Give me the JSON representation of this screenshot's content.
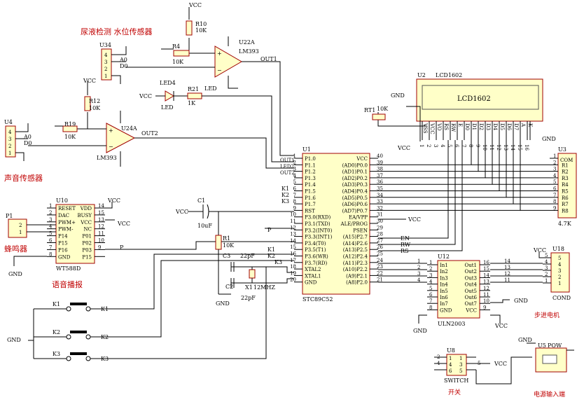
{
  "titles": {
    "urine": "尿液检测 水位传感器",
    "sound": "声音传感器",
    "buzzer": "蜂鸣器",
    "voice": "语音播报",
    "stepper": "步进电机",
    "switch": "开关",
    "power": "电源输入端"
  },
  "power": {
    "vcc": "VCC",
    "gnd": "GND"
  },
  "u22": {
    "ref": "U22A",
    "part": "LM393",
    "out": "OUT1"
  },
  "u24": {
    "ref": "U24A",
    "part": "LM393",
    "out": "OUT2"
  },
  "r10": {
    "ref": "R10",
    "val": "10K"
  },
  "r4": {
    "ref": "R4",
    "val": "10K"
  },
  "r12": {
    "ref": "R12",
    "val": "10K"
  },
  "r19": {
    "ref": "R19",
    "val": "10K"
  },
  "r21": {
    "ref": "R21",
    "val": "1K"
  },
  "rt1": {
    "ref": "RT1",
    "val": "10K"
  },
  "r1": {
    "ref": "R1",
    "val": "10K"
  },
  "led": {
    "ref": "LED4",
    "part": "LED",
    "net": "LED"
  },
  "u34": {
    "ref": "U34",
    "pins": [
      "4",
      "3",
      "2",
      "1"
    ],
    "a0": "A0",
    "d0": "D0"
  },
  "u44": {
    "ref": "U4",
    "pins": [
      "4",
      "3",
      "2",
      "1"
    ],
    "a0": "A0",
    "d0": "D0"
  },
  "lcd": {
    "ref": "U2",
    "part": "LCD1602",
    "screen": "LCD1602",
    "pins": [
      "VSS",
      "VCC",
      "VO",
      "RS",
      "RW",
      "E",
      "D0",
      "D1",
      "D2",
      "D3",
      "D4",
      "D5",
      "D6",
      "D7",
      "A",
      "K"
    ],
    "nums": [
      "1",
      "2",
      "3",
      "4",
      "5",
      "6",
      "7",
      "8",
      "9",
      "10",
      "11",
      "12",
      "13",
      "14",
      "15",
      "16"
    ],
    "nets": [
      "RS",
      "RW",
      "EN"
    ]
  },
  "u1": {
    "ref": "U1",
    "part": "STC89C52",
    "left": [
      {
        "n": "1",
        "name": "P1.0",
        "net": "OUT1"
      },
      {
        "n": "2",
        "name": "P1.1",
        "net": "LED2"
      },
      {
        "n": "3",
        "name": "P1.2",
        "net": "OUT2"
      },
      {
        "n": "4",
        "name": "P1.3",
        "net": ""
      },
      {
        "n": "5",
        "name": "P1.4",
        "net": "K1"
      },
      {
        "n": "6",
        "name": "P1.5",
        "net": "K2"
      },
      {
        "n": "7",
        "name": "P1.6",
        "net": "K3"
      },
      {
        "n": "8",
        "name": "P1.7",
        "net": ""
      },
      {
        "n": "9",
        "name": "RST",
        "net": ""
      },
      {
        "n": "10",
        "name": "P3.0(RXD)",
        "net": ""
      },
      {
        "n": "11",
        "name": "P3.1(TXD)",
        "net": ""
      },
      {
        "n": "12",
        "name": "P3.2(INT0)",
        "net": "P"
      },
      {
        "n": "13",
        "name": "P3.3(INT1)",
        "net": ""
      },
      {
        "n": "14",
        "name": "P3.4(T0)",
        "net": ""
      },
      {
        "n": "15",
        "name": "P3.5(T1)",
        "net": "K1"
      },
      {
        "n": "16",
        "name": "P3.6(WR)",
        "net": "K2"
      },
      {
        "n": "17",
        "name": "P3.7(RD)",
        "net": "K3"
      },
      {
        "n": "18",
        "name": "XTAL2",
        "net": ""
      },
      {
        "n": "19",
        "name": "XTAL1",
        "net": ""
      },
      {
        "n": "20",
        "name": "GND",
        "net": ""
      }
    ],
    "right": [
      {
        "n": "40",
        "name": "VCC",
        "net": ""
      },
      {
        "n": "39",
        "name": "(AD0)P0.0",
        "net": ""
      },
      {
        "n": "38",
        "name": "(AD1)P0.1",
        "net": ""
      },
      {
        "n": "37",
        "name": "(AD2)P0.2",
        "net": ""
      },
      {
        "n": "36",
        "name": "(AD3)P0.3",
        "net": ""
      },
      {
        "n": "35",
        "name": "(AD4)P0.4",
        "net": ""
      },
      {
        "n": "34",
        "name": "(AD5)P0.5",
        "net": ""
      },
      {
        "n": "33",
        "name": "(AD6)P0.6",
        "net": ""
      },
      {
        "n": "32",
        "name": "(AD7)P0.7",
        "net": ""
      },
      {
        "n": "31",
        "name": "EA/VPP",
        "net": ""
      },
      {
        "n": "30",
        "name": "ALE/PROG",
        "net": ""
      },
      {
        "n": "29",
        "name": "PSEN",
        "net": ""
      },
      {
        "n": "28",
        "name": "(A15)P2.7",
        "net": "EN"
      },
      {
        "n": "27",
        "name": "(A14)P2.6",
        "net": "RW"
      },
      {
        "n": "26",
        "name": "(A13)P2.5",
        "net": "RS"
      },
      {
        "n": "25",
        "name": "(A12)P2.4",
        "net": ""
      },
      {
        "n": "24",
        "name": "(A11)P2.3",
        "net": ""
      },
      {
        "n": "23",
        "name": "(A10)P2.2",
        "net": ""
      },
      {
        "n": "22",
        "name": "(A9)P2.1",
        "net": ""
      },
      {
        "n": "21",
        "name": "(A8)P2.0",
        "net": ""
      }
    ]
  },
  "u3": {
    "ref": "U3",
    "val": "4.7K",
    "com": "COM",
    "pins": [
      "R1",
      "R2",
      "R3",
      "R4",
      "R5",
      "R6",
      "R7",
      "R8"
    ],
    "nums": [
      "1",
      "2",
      "3",
      "4",
      "5",
      "6",
      "7",
      "8",
      "9"
    ]
  },
  "u10": {
    "ref": "U10",
    "part": "WT588D",
    "left": [
      {
        "n": "1",
        "name": "RESET"
      },
      {
        "n": "2",
        "name": "DAC"
      },
      {
        "n": "3",
        "name": "PWM+"
      },
      {
        "n": "4",
        "name": "PWM-"
      },
      {
        "n": "5",
        "name": "P14"
      },
      {
        "n": "6",
        "name": "P15"
      },
      {
        "n": "7",
        "name": "P16"
      },
      {
        "n": "8",
        "name": "GND"
      }
    ],
    "right": [
      {
        "n": "14",
        "name": "VDD"
      },
      {
        "n": "15",
        "name": "BUSY"
      },
      {
        "n": "13",
        "name": "VCC"
      },
      {
        "n": "12",
        "name": "NC"
      },
      {
        "n": "11",
        "name": "P01"
      },
      {
        "n": "10",
        "name": "P02"
      },
      {
        "n": "9",
        "name": "P03"
      },
      {
        "n": "",
        "name": "P15"
      }
    ],
    "net": "P"
  },
  "p1": {
    "ref": "P1",
    "pins": [
      "2",
      "1"
    ]
  },
  "c1": {
    "ref": "C1",
    "val": "10uF"
  },
  "c2": {
    "ref": "C2",
    "val": "22pF"
  },
  "c3": {
    "ref": "C3",
    "val": "22pF"
  },
  "x1": {
    "ref": "X1",
    "val": "12MHZ"
  },
  "keys": [
    {
      "ref": "K1",
      "net": "K1"
    },
    {
      "ref": "K2",
      "net": "K2"
    },
    {
      "ref": "K3",
      "net": "K3"
    }
  ],
  "u12": {
    "ref": "U12",
    "part": "ULN2003",
    "left": [
      {
        "n": "1",
        "name": "In1"
      },
      {
        "n": "2",
        "name": "In2"
      },
      {
        "n": "3",
        "name": "In3"
      },
      {
        "n": "4",
        "name": "In4"
      },
      {
        "n": "5",
        "name": "In5"
      },
      {
        "n": "6",
        "name": "In6"
      },
      {
        "n": "7",
        "name": "In7"
      },
      {
        "n": "8",
        "name": "GND"
      }
    ],
    "right": [
      {
        "n": "16",
        "name": "Out1"
      },
      {
        "n": "15",
        "name": "Out2"
      },
      {
        "n": "14",
        "name": "Out3"
      },
      {
        "n": "13",
        "name": "Out4"
      },
      {
        "n": "12",
        "name": "Out5"
      },
      {
        "n": "11",
        "name": "Out6"
      },
      {
        "n": "10",
        "name": "Out7"
      },
      {
        "n": "9",
        "name": "VCC"
      }
    ],
    "innums": [
      "1",
      "2",
      "3",
      "4"
    ],
    "outnums": [
      "14",
      "13",
      "12",
      "11"
    ]
  },
  "u18": {
    "ref": "U18",
    "pins": [
      "5",
      "4",
      "3",
      "2",
      "1"
    ],
    "part": "COND"
  },
  "u8": {
    "ref": "U8",
    "part": "SWITCH",
    "left": [
      "1",
      "4",
      "6"
    ],
    "right": [
      "1",
      "3",
      "5"
    ],
    "outer": [
      "2",
      "4",
      "5"
    ]
  },
  "u5": {
    "ref": "U5",
    "part": "POW"
  }
}
